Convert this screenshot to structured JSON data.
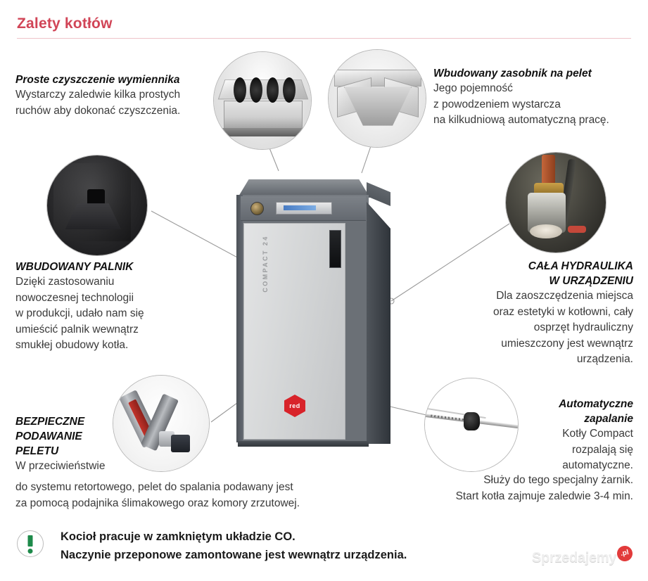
{
  "header": {
    "title": "Zalety kotłów"
  },
  "features": [
    {
      "id": "exchanger-cleaning",
      "heading": "Proste czyszczenie wymiennika",
      "body": "Wystarczy zaledwie kilka prostych\nruchów aby dokonać czyszczenia.",
      "photo": "heat-exchanger-photo"
    },
    {
      "id": "pellet-hopper",
      "heading": "Wbudowany zasobnik na pelet",
      "body": "Jego pojemność\nz powodzeniem wystarcza\nna kilkudniową automatyczną pracę.",
      "photo": "pellet-hopper-photo"
    },
    {
      "id": "built-in-burner",
      "heading": "WBUDOWANY PALNIK",
      "body": "Dzięki zastosowaniu\nnowoczesnej technologii\nw produkcji, udało nam się\numieścić palnik wewnątrz\nsmukłej obudowy kotła.",
      "photo": "burner-photo"
    },
    {
      "id": "full-hydraulics",
      "heading": "CAŁA HYDRAULIKA\nW URZĄDZENIU",
      "body": "Dla zaoszczędzenia miejsca\noraz estetyki w kotłowni, cały\nosprzęt hydrauliczny\numieszczony jest wewnątrz\nurządzenia.",
      "photo": "hydraulics-photo"
    },
    {
      "id": "safe-pellet-feed",
      "heading": "BEZPIECZNE\nPODAWANIE\nPELETU",
      "body": "W przeciwieństwie",
      "body_wide": "do systemu retortowego, pelet do spalania podawany jest\nza pomocą podajnika ślimakowego oraz komory zrzutowej.",
      "photo": "pellet-feeder-photo"
    },
    {
      "id": "automatic-ignition",
      "heading": "Automatyczne\nzapalanie",
      "body": "Kotły Compact\nrozpalają się\nautomatyczne.",
      "body_wide": "Służy do tego specjalny żarnik.\nStart kotła zajmuje zaledwie 3-4 min.",
      "photo": "igniter-photo"
    }
  ],
  "product": {
    "door_label": "COMPACT 24",
    "brand_logo": "red"
  },
  "note": {
    "icon": "exclamation-icon",
    "text": "Kocioł pracuje w zamkniętym układzie CO.\nNaczynie przeponowe zamontowane jest wewnątrz urządzenia."
  },
  "watermark": {
    "text": "Sprzedajemy",
    "badge": ".pl"
  },
  "colors": {
    "title": "#d14557",
    "rule": "#eec3c9",
    "note_accent": "#1d8a4a",
    "brand_red": "#d8232a",
    "wire": "#9a9a9a",
    "watermark_badge": "#e23b3b"
  }
}
